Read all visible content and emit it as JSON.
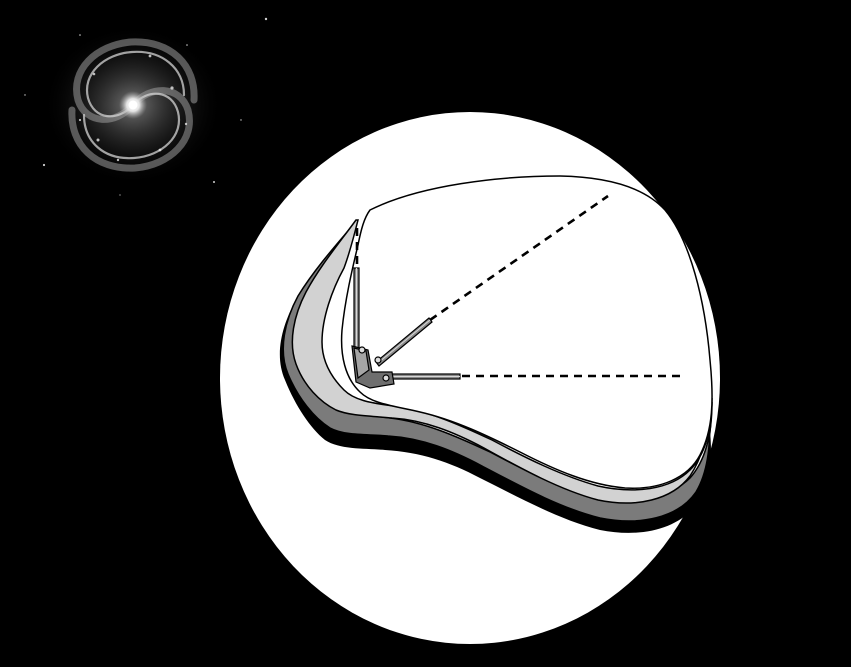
{
  "scene": {
    "background_color": "#000000",
    "disk_color": "#ffffff",
    "layer_colors": [
      "#d2d2d2",
      "#7a7a7a",
      "#000000"
    ],
    "ray_style": "dashed",
    "ray_count": 3,
    "galaxy": "spiral-galaxy",
    "instrument": "three-arm-gyroscope-apparatus"
  }
}
